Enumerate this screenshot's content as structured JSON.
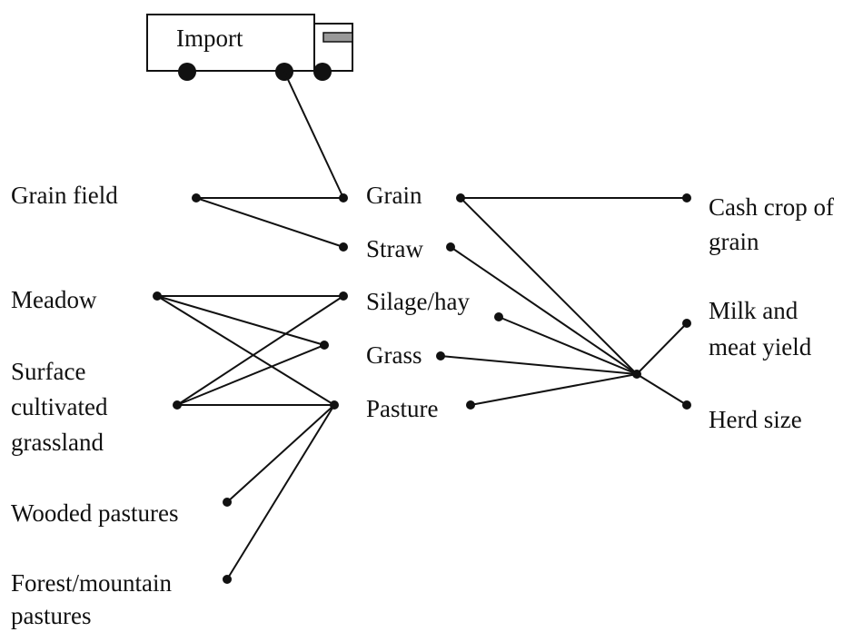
{
  "truck": {
    "label": "Import"
  },
  "sources": {
    "grain_field": "Grain field",
    "meadow": "Meadow",
    "surface_cultivated": {
      "line1": "Surface",
      "line2": "cultivated",
      "line3": "grassland"
    },
    "wooded_pastures": "Wooded pastures",
    "forest_mountain": {
      "line1": "Forest/mountain",
      "line2": "pastures"
    }
  },
  "feeds": {
    "grain": "Grain",
    "straw": "Straw",
    "silage_hay": "Silage/hay",
    "grass": "Grass",
    "pasture": "Pasture"
  },
  "outputs": {
    "cash_crop": {
      "line1": "Cash crop of",
      "line2": "grain"
    },
    "milk_meat": {
      "line1": "Milk and",
      "line2": "meat yield"
    },
    "herd_size": "Herd size"
  },
  "colors": {
    "line": "#111111",
    "truck_fill": "#ffffff",
    "truck_stripe": "#999999"
  }
}
